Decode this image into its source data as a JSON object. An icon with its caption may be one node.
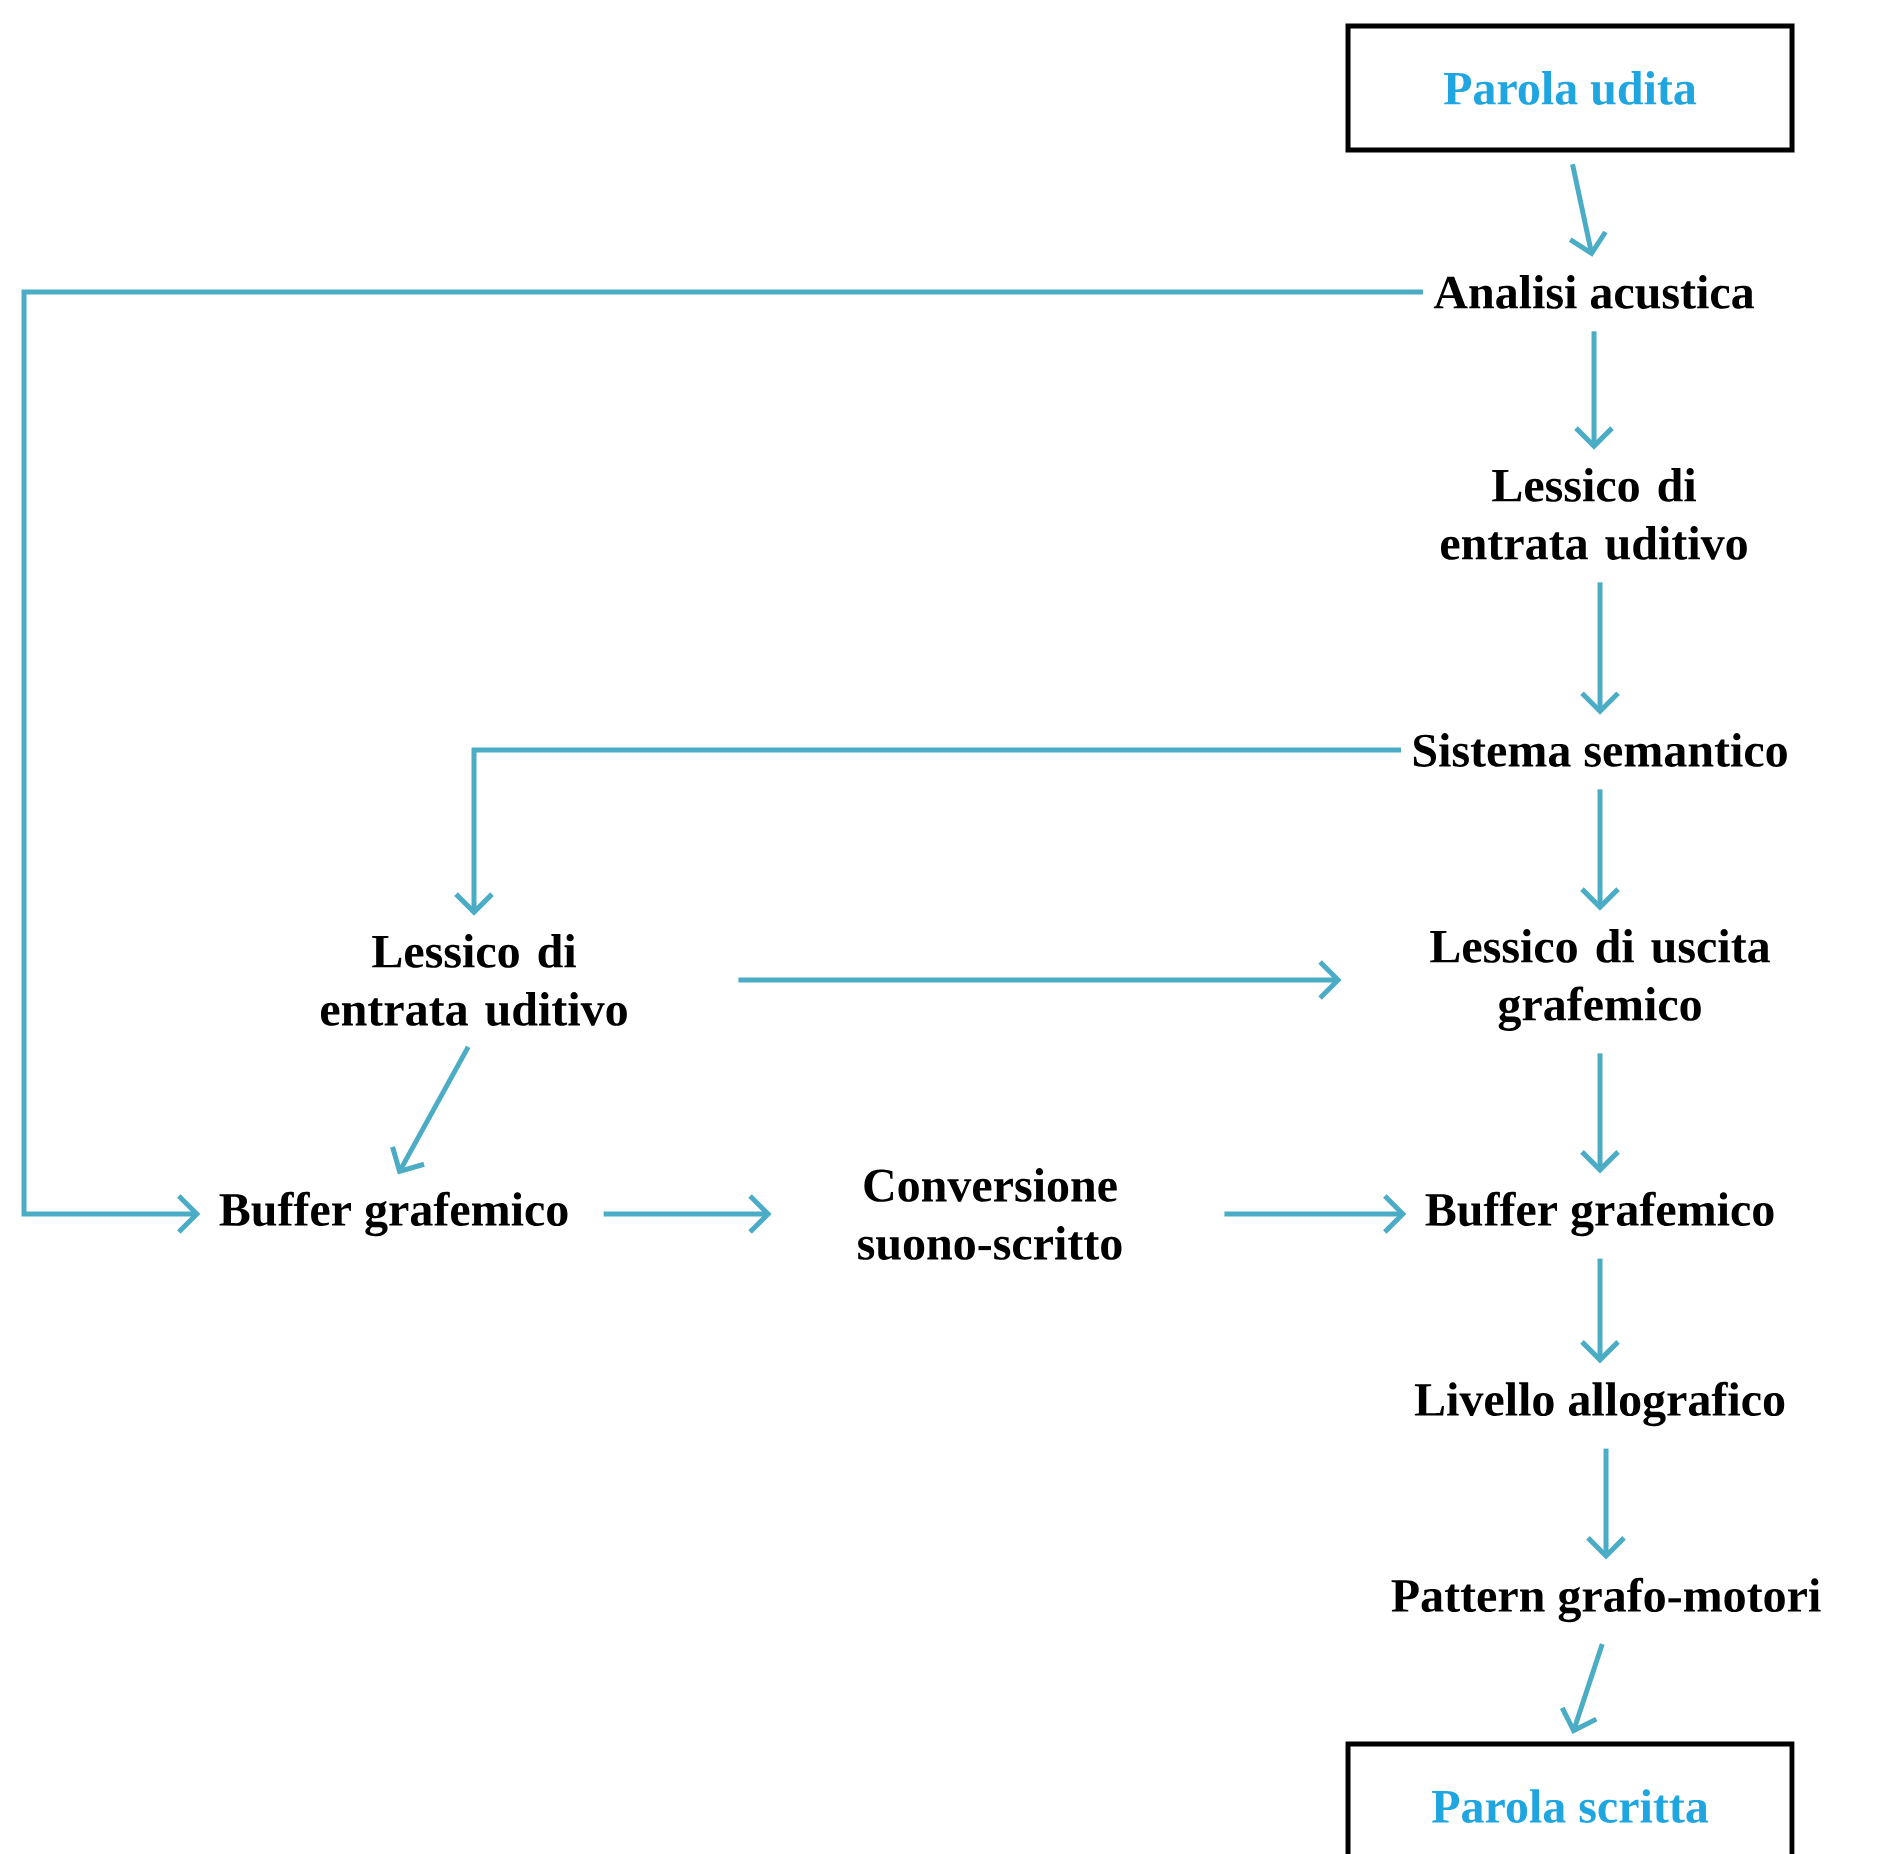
{
  "diagram": {
    "nodes": [
      {
        "text": [
          "Parola udita"
        ]
      },
      {
        "text": [
          "Analisi acustica"
        ]
      },
      {
        "text": [
          "Lessico di entrata uditivo"
        ]
      },
      {
        "text": [
          "Sistema semantico"
        ]
      },
      {
        "text": [
          "Lessico di entrata uditivo"
        ]
      },
      {
        "text": [
          "Lessico di uscita grafemico"
        ]
      },
      {
        "text": [
          "Buffer grafemico"
        ]
      },
      {
        "text": [
          "Conversione suono-scritto"
        ]
      },
      {
        "text": [
          "Buffer grafemico"
        ]
      },
      {
        "text": [
          "Livello allografico"
        ]
      },
      {
        "text": [
          "Pattern grafo-motori"
        ]
      },
      {
        "text": [
          "Parola scritta"
        ]
      }
    ],
    "edges": [
      {
        "from": 0,
        "to": 1,
        "arrow": "to"
      },
      {
        "from": 1,
        "to": 2,
        "arrow": "to"
      },
      {
        "from": 1,
        "to": 6,
        "arrow": "to"
      },
      {
        "from": 2,
        "to": 3,
        "arrow": "to"
      },
      {
        "from": 3,
        "to": 4,
        "arrow": "to"
      },
      {
        "from": 3,
        "to": 5,
        "arrow": "to"
      },
      {
        "from": 4,
        "to": 5,
        "arrow": "to"
      },
      {
        "from": 4,
        "to": 6,
        "arrow": "to"
      },
      {
        "from": 5,
        "to": 8,
        "arrow": "to"
      },
      {
        "from": 6,
        "to": 7,
        "arrow": "to"
      },
      {
        "from": 7,
        "to": 8,
        "arrow": "to"
      },
      {
        "from": 8,
        "to": 9,
        "arrow": "to"
      },
      {
        "from": 9,
        "to": 10,
        "arrow": "to"
      },
      {
        "from": 10,
        "to": 11,
        "arrow": "to"
      }
    ]
  }
}
